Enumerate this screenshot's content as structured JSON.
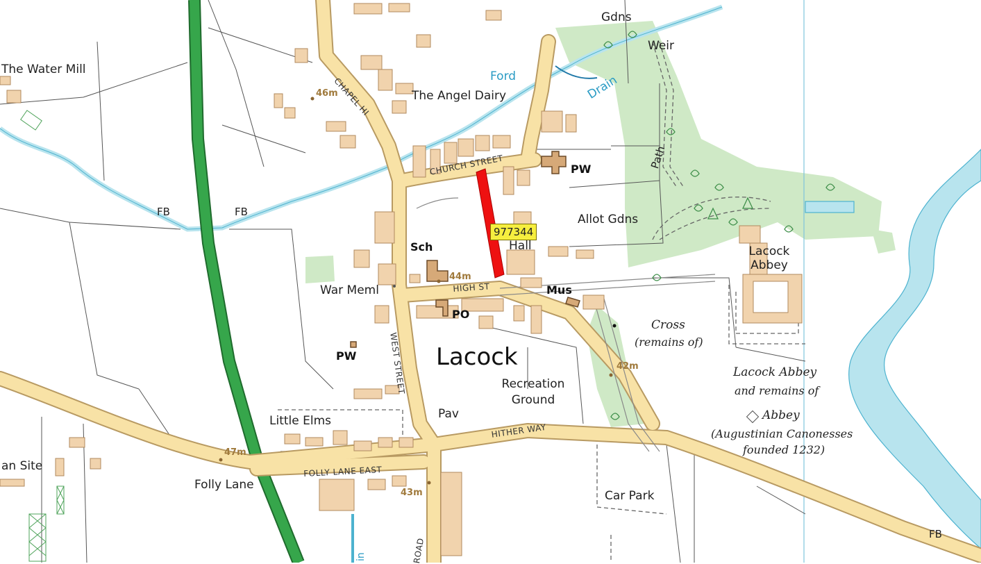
{
  "map": {
    "place_name": "Lacock",
    "reference_tag": "977344",
    "colors": {
      "background": "#ffffff",
      "building": "#f1d3ad",
      "building_edge": "#b08a5e",
      "road": "#f8e2a6",
      "road_edge": "#b89a62",
      "main_road": "#36a64b",
      "main_road_edge": "#1f6b2d",
      "water": "#b8e4ee",
      "water_edge": "#4cb2cf",
      "woodland": "#cfe9c6",
      "boundary": "#555555",
      "highlight": "#ee1111",
      "grid_line": "#7fc4dc",
      "ref_box": "#f6ee3f"
    },
    "labels": {
      "the_water_mill": "The Water Mill",
      "allot_gdns_top": "Gdns",
      "weir": "Weir",
      "ford": "Ford",
      "drain": "Drain",
      "angel_dairy": "The Angel Dairy",
      "chapel_hill": "CHAPEL HI",
      "church_street": "CHURCH STREET",
      "pw_church": "PW",
      "path": "Path",
      "fb_left": "FB",
      "fb_mid": "FB",
      "fb_right": "FB",
      "allot_gdns": "Allot Gdns",
      "hall": "Hall",
      "sch": "Sch",
      "lacock_abbey_upper": "Lacock Abbey",
      "war_meml": "War Meml",
      "high_st": "HIGH ST",
      "mus": "Mus",
      "po": "PO",
      "cross": "Cross",
      "remains_of": "(remains of)",
      "pw_chapel": "PW",
      "west_street": "WEST STREET",
      "recreation_ground": "Recreation Ground",
      "lacock_abbey_italic": "Lacock Abbey",
      "and_remains_of": "and remains of",
      "abbey": "Abbey",
      "augustinian": "(Augustinian Canonesses",
      "founded": "founded 1232)",
      "pav": "Pav",
      "hither_way": "HITHER WAY",
      "little_elms": "Little Elms",
      "folly_lane_east": "FOLLY LANE EAST",
      "folly_lane": "Folly Lane",
      "caravan_site": "an Site",
      "car_park": "Car Park",
      "road_bottom": "ROAD",
      "drain_bottom": "in"
    },
    "spot_heights": {
      "h46": "46m",
      "h44": "44m",
      "h42": "42m",
      "h47": "47m",
      "h43": "43m"
    }
  }
}
